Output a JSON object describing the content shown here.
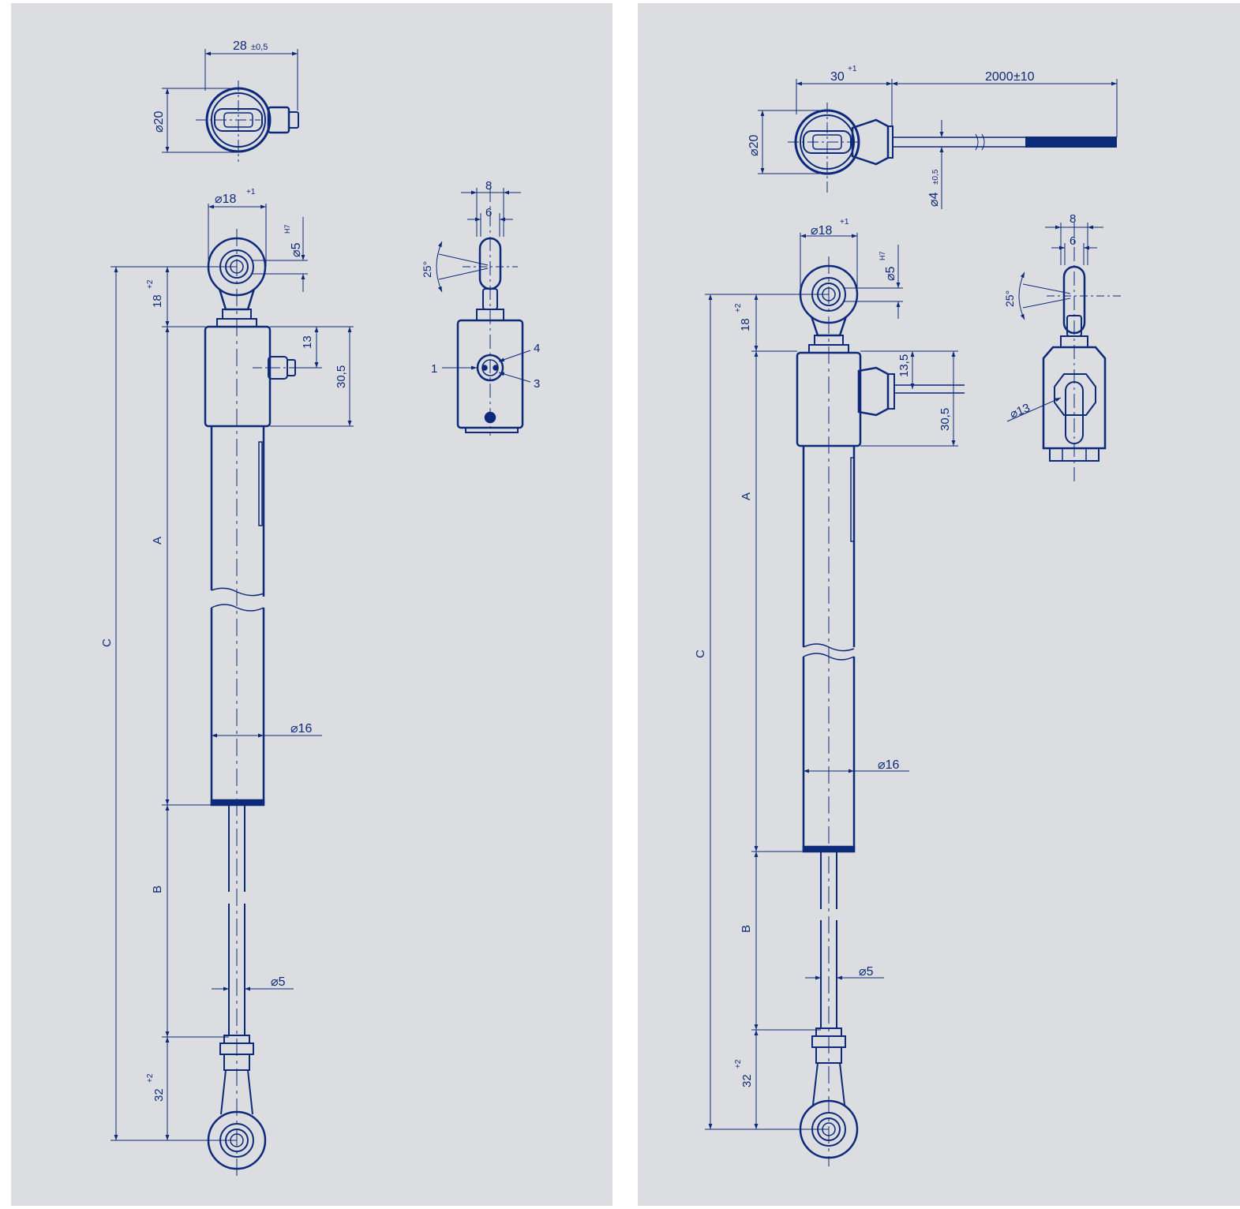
{
  "colors": {
    "panel": "#dcdde0",
    "ink": "#0d2a7a",
    "background": "#ffffff"
  },
  "left": {
    "top_width": "28",
    "top_width_tol": "±0,5",
    "top_dia": "⌀20",
    "eye_dia": "⌀18",
    "eye_dia_tol": "+1",
    "pin_dia": "⌀5",
    "pin_fit": "H7",
    "head_len": "18",
    "head_len_tol": "+2",
    "body_offset": "13",
    "body_len": "30,5",
    "dim_a": "A",
    "dim_b": "B",
    "dim_c": "C",
    "tube_dia": "⌀16",
    "rod_dia": "⌀5",
    "tail_len": "32",
    "tail_len_tol": "+2",
    "side_w1": "8",
    "side_w2": "6",
    "angle": "25°",
    "pin1": "1",
    "pin3": "3",
    "pin4": "4"
  },
  "right": {
    "top_width": "30",
    "top_width_tol": "+1",
    "cable_len": "2000",
    "cable_len_tol": "±10",
    "top_dia": "⌀20",
    "cable_dia": "⌀4",
    "cable_dia_tol": "±0,5",
    "eye_dia": "⌀18",
    "eye_dia_tol": "+1",
    "pin_dia": "⌀5",
    "pin_fit": "H7",
    "head_len": "18",
    "head_len_tol": "+2",
    "body_offset": "13,5",
    "body_len": "30,5",
    "dim_a": "A",
    "dim_b": "B",
    "dim_c": "C",
    "tube_dia": "⌀16",
    "rod_dia": "⌀5",
    "tail_len": "32",
    "tail_len_tol": "+2",
    "side_w1": "8",
    "side_w2": "6",
    "angle": "25°",
    "gland_dia": "⌀13"
  }
}
